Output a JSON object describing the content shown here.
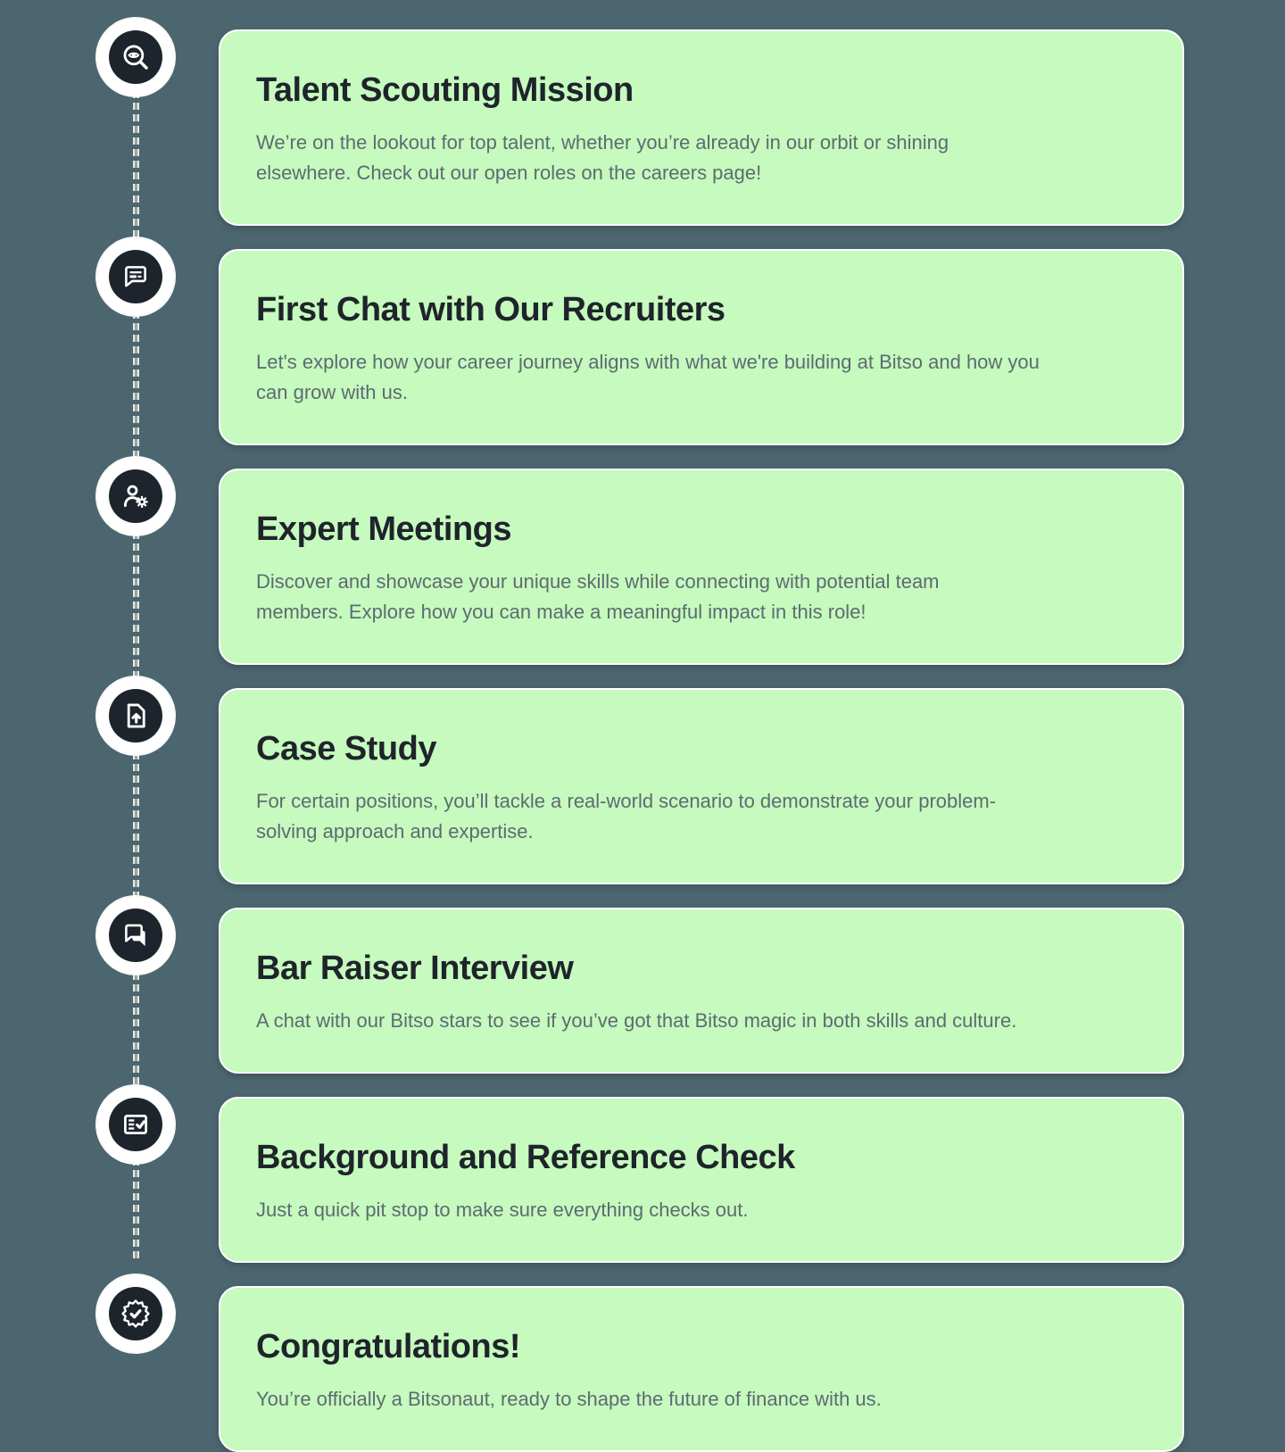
{
  "page": {
    "background_color": "#4C6670",
    "card_color": "#C6FABE",
    "badge_color": "#1E242B",
    "title_color": "#1F242B",
    "body_color": "#5D6B72"
  },
  "steps": [
    {
      "icon": "eye-search-icon",
      "title": "Talent Scouting Mission",
      "description": "We’re on the lookout for top talent, whether you’re already in our orbit or shining\nelsewhere. Check out our open roles on the careers page!"
    },
    {
      "icon": "chat-message-icon",
      "title": "First Chat with Our Recruiters",
      "description": "Let's explore how your career journey aligns with what we're building at Bitso and how you\ncan grow with us."
    },
    {
      "icon": "person-gear-icon",
      "title": "Expert Meetings",
      "description": "Discover and showcase your unique skills while connecting with potential team\nmembers. Explore how you can make a meaningful impact in this role!"
    },
    {
      "icon": "file-upload-icon",
      "title": "Case Study",
      "description": "For certain positions, you’ll tackle a real-world scenario to demonstrate your problem-\nsolving approach and expertise."
    },
    {
      "icon": "forum-bubbles-icon",
      "title": "Bar Raiser Interview",
      "description": "A chat with our Bitso stars to see if you’ve got that Bitso magic in both skills and culture."
    },
    {
      "icon": "fact-check-icon",
      "title": "Background and Reference Check",
      "description": "Just a quick pit stop to make sure everything checks out."
    },
    {
      "icon": "verified-badge-icon",
      "title": "Congratulations!",
      "description": "You’re officially a Bitsonaut, ready to shape the future of finance with us."
    }
  ]
}
